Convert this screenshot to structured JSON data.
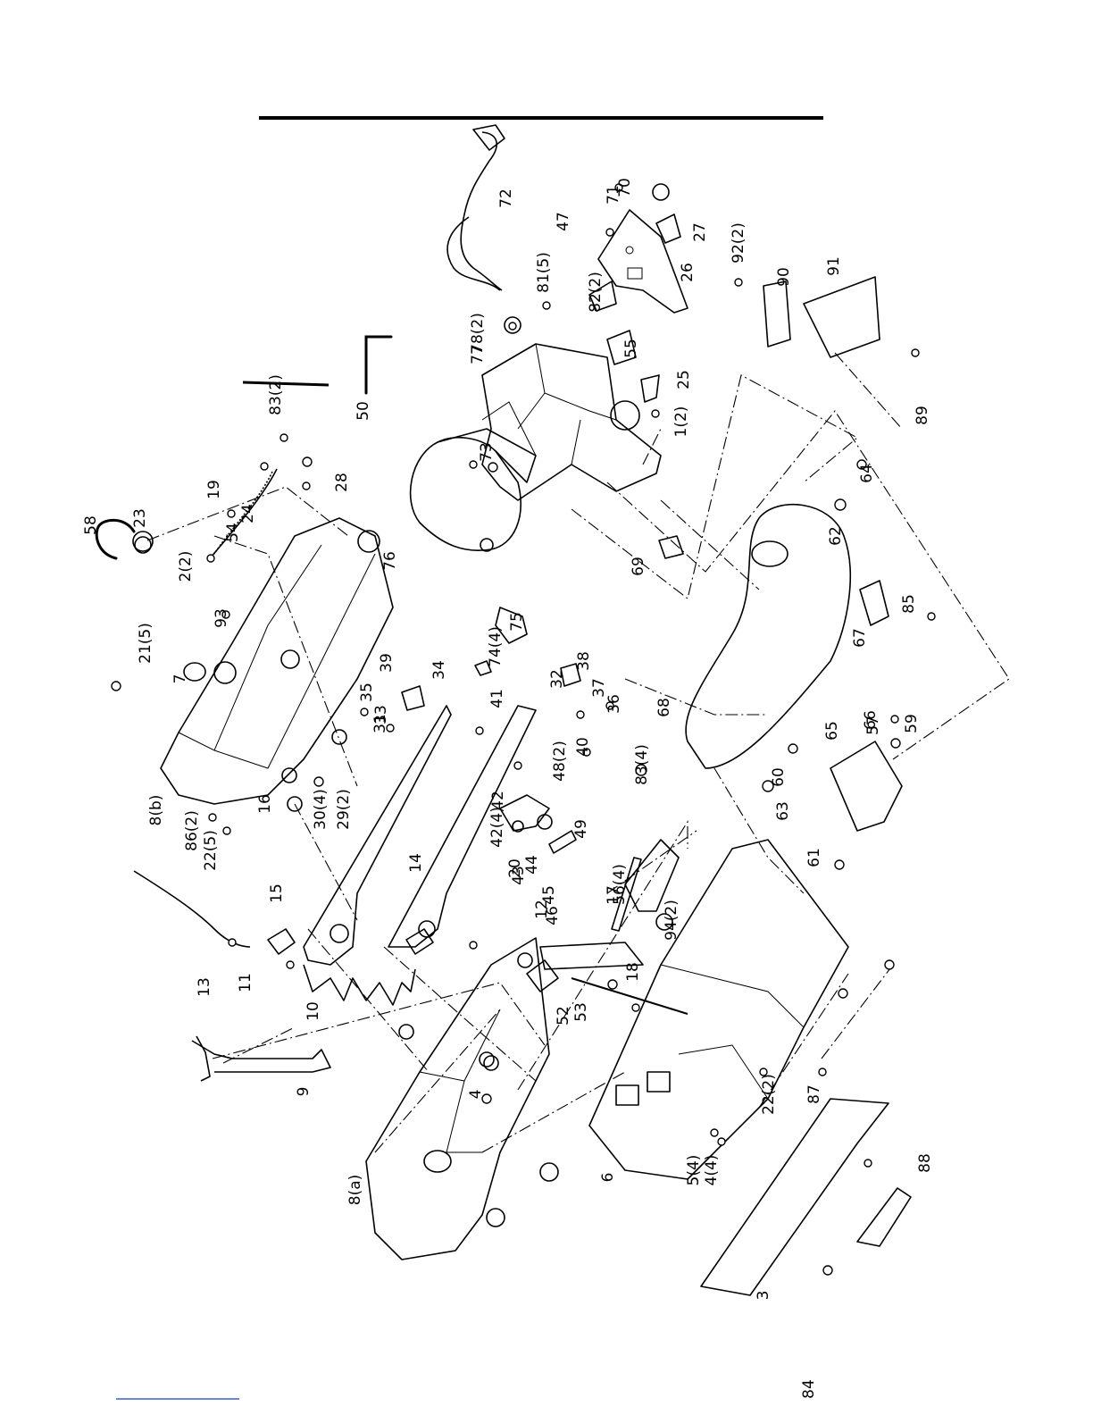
{
  "diagram": {
    "type": "exploded-parts-diagram",
    "part_labels": [
      "1(2)",
      "2(2)",
      "3",
      "4",
      "4(4)",
      "5(4)",
      "6",
      "7",
      "8(a)",
      "8(b)",
      "9",
      "10",
      "11",
      "12",
      "13",
      "14",
      "15",
      "16",
      "17",
      "18",
      "19",
      "20",
      "21(5)",
      "22(2)",
      "22(5)",
      "23",
      "24",
      "25",
      "26",
      "27",
      "28",
      "29(2)",
      "30(4)",
      "31",
      "32",
      "33",
      "34",
      "35",
      "36",
      "37",
      "38",
      "39",
      "40",
      "41",
      "42",
      "42(4)",
      "43",
      "44",
      "45",
      "46",
      "47",
      "48(2)",
      "49",
      "50",
      "52",
      "53",
      "54",
      "55",
      "56(4)",
      "57",
      "58",
      "59",
      "60",
      "61",
      "62",
      "63",
      "64",
      "65",
      "66",
      "67",
      "68",
      "69",
      "70",
      "71",
      "72",
      "73",
      "74(4)",
      "75",
      "76",
      "77",
      "78(2)",
      "81(5)",
      "82(2)",
      "83(2)",
      "83(4)",
      "84",
      "85",
      "86(2)",
      "87",
      "88",
      "89",
      "90",
      "91",
      "92(2)",
      "93",
      "94(2)"
    ]
  }
}
